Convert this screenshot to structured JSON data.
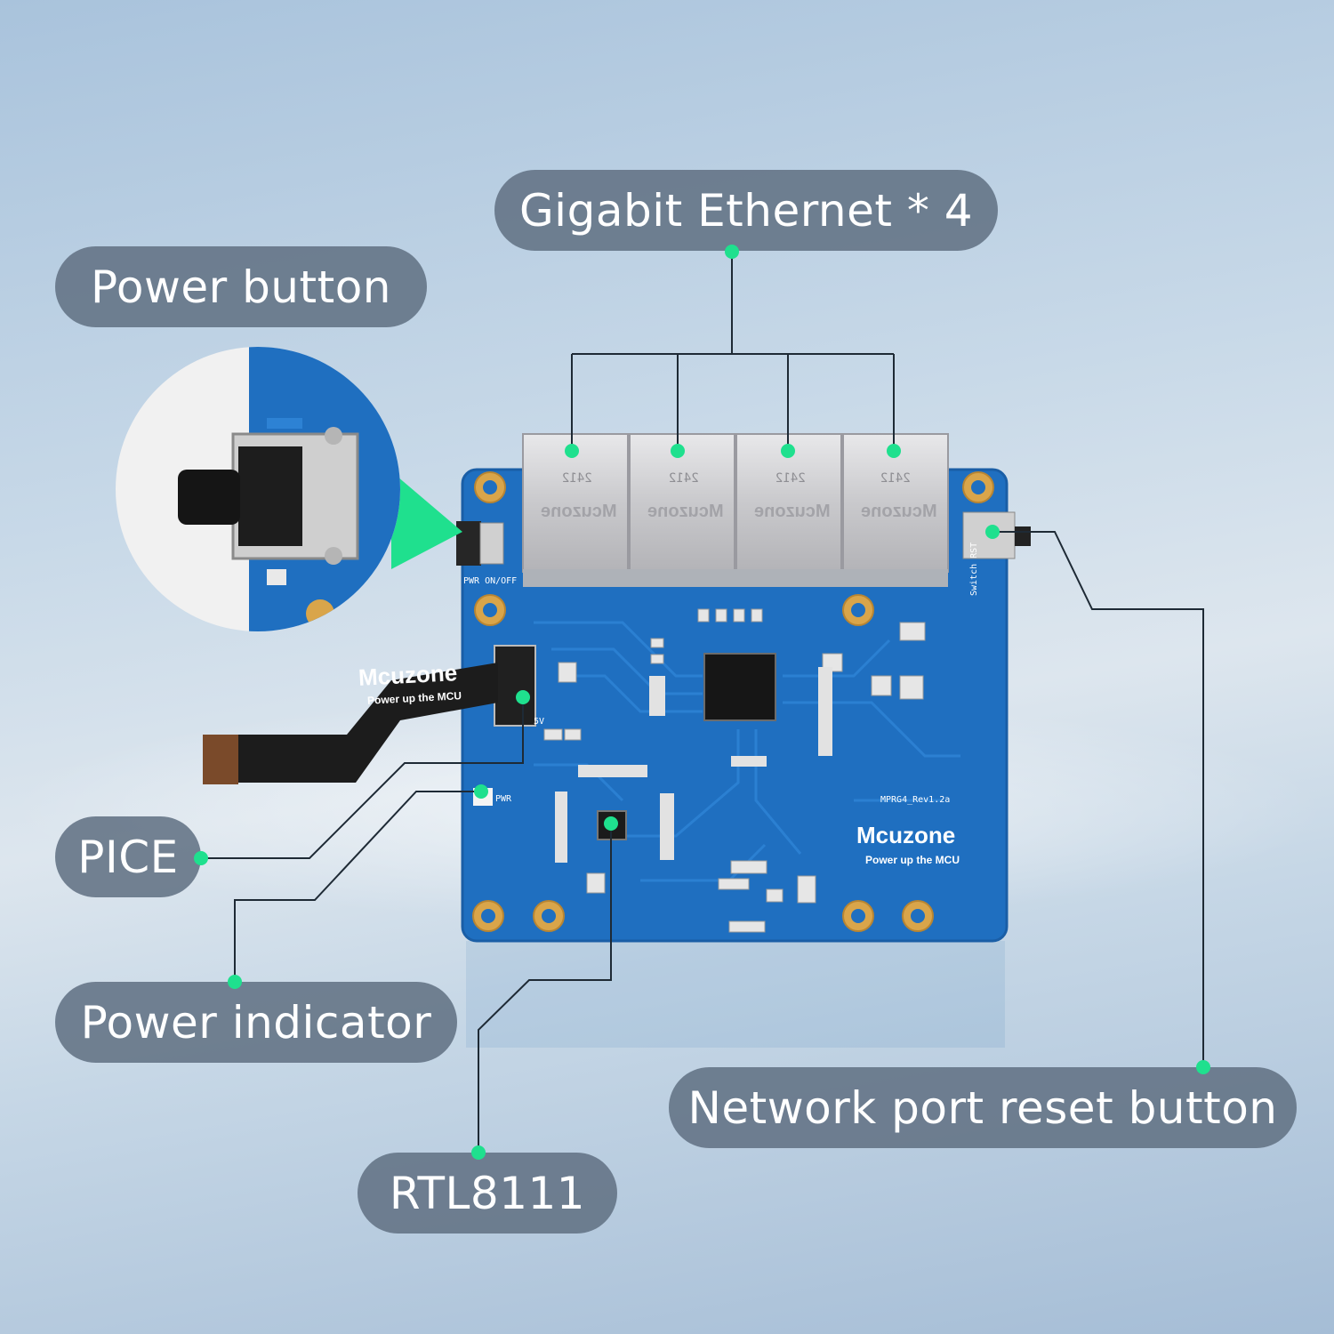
{
  "labels": {
    "ethernet": "Gigabit Ethernet * 4",
    "power_button": "Power button",
    "pice": "PICE",
    "power_indicator": "Power indicator",
    "rtl": "RTL8111",
    "reset_button": "Network port reset button"
  },
  "board": {
    "brand": "Mcuzone",
    "tagline": "Power up the MCU",
    "model": "MPRG4_Rev1.2a",
    "pwr_onoff": "PWR ON/OFF",
    "pwr": "PWR",
    "switch_rst": "Switch RST",
    "port_text": "Mcuzone",
    "port_code": "2412",
    "five_v": "5V"
  },
  "colors": {
    "pcb": "#1f6fc0",
    "accent_dot": "#1fe08e",
    "callout_bg": "#627284"
  }
}
